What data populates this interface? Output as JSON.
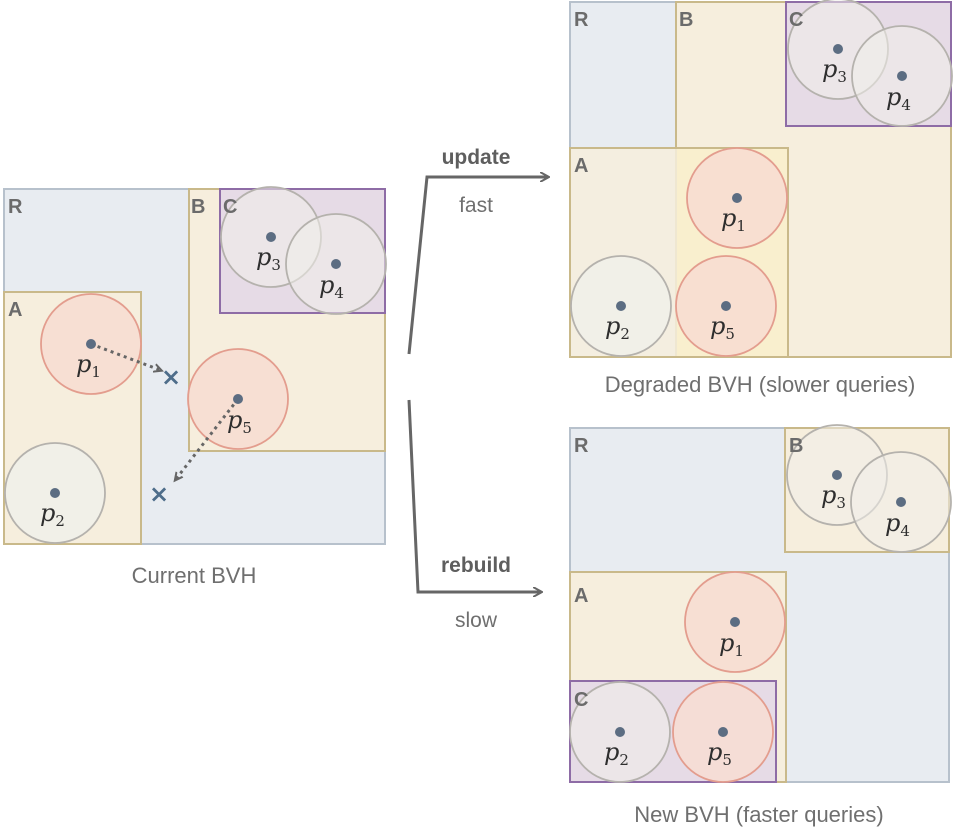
{
  "colors": {
    "root_fill": "#e8ecf1",
    "root_stroke": "#b7c1cc",
    "node_fill": "#f6eedd",
    "node_stroke": "#c9b98a",
    "purple_fill": "#e6dbe6",
    "purple_stroke": "#8e6ca6",
    "red_circle_fill": "#f7ddd2",
    "red_circle_stroke": "#e39d8e",
    "grey_circle_fill": "#f1efe9",
    "grey_circle_stroke": "#b5b2ad",
    "point": "#5c6d82",
    "arrow": "#666666",
    "cross": "#4e6d8a"
  },
  "current": {
    "caption": "Current BVH",
    "labels": {
      "R": "R",
      "A": "A",
      "B": "B",
      "C": "C"
    },
    "points": {
      "p1": "p",
      "p2": "p",
      "p3": "p",
      "p4": "p",
      "p5": "p"
    },
    "subscripts": {
      "p1": "1",
      "p2": "2",
      "p3": "3",
      "p4": "4",
      "p5": "5"
    },
    "cross_symbol": "×"
  },
  "update": {
    "title": "update",
    "subtitle": "fast"
  },
  "rebuild": {
    "title": "rebuild",
    "subtitle": "slow"
  },
  "degraded": {
    "caption": "Degraded BVH (slower queries)",
    "labels": {
      "R": "R",
      "A": "A",
      "B": "B",
      "C": "C"
    },
    "points": {
      "p1": "p",
      "p2": "p",
      "p3": "p",
      "p4": "p",
      "p5": "p"
    },
    "subscripts": {
      "p1": "1",
      "p2": "2",
      "p3": "3",
      "p4": "4",
      "p5": "5"
    }
  },
  "rebuilt": {
    "caption": "New BVH (faster queries)",
    "labels": {
      "R": "R",
      "A": "A",
      "B": "B",
      "C": "C"
    },
    "points": {
      "p1": "p",
      "p2": "p",
      "p3": "p",
      "p4": "p",
      "p5": "p"
    },
    "subscripts": {
      "p1": "1",
      "p2": "2",
      "p3": "3",
      "p4": "4",
      "p5": "5"
    }
  }
}
